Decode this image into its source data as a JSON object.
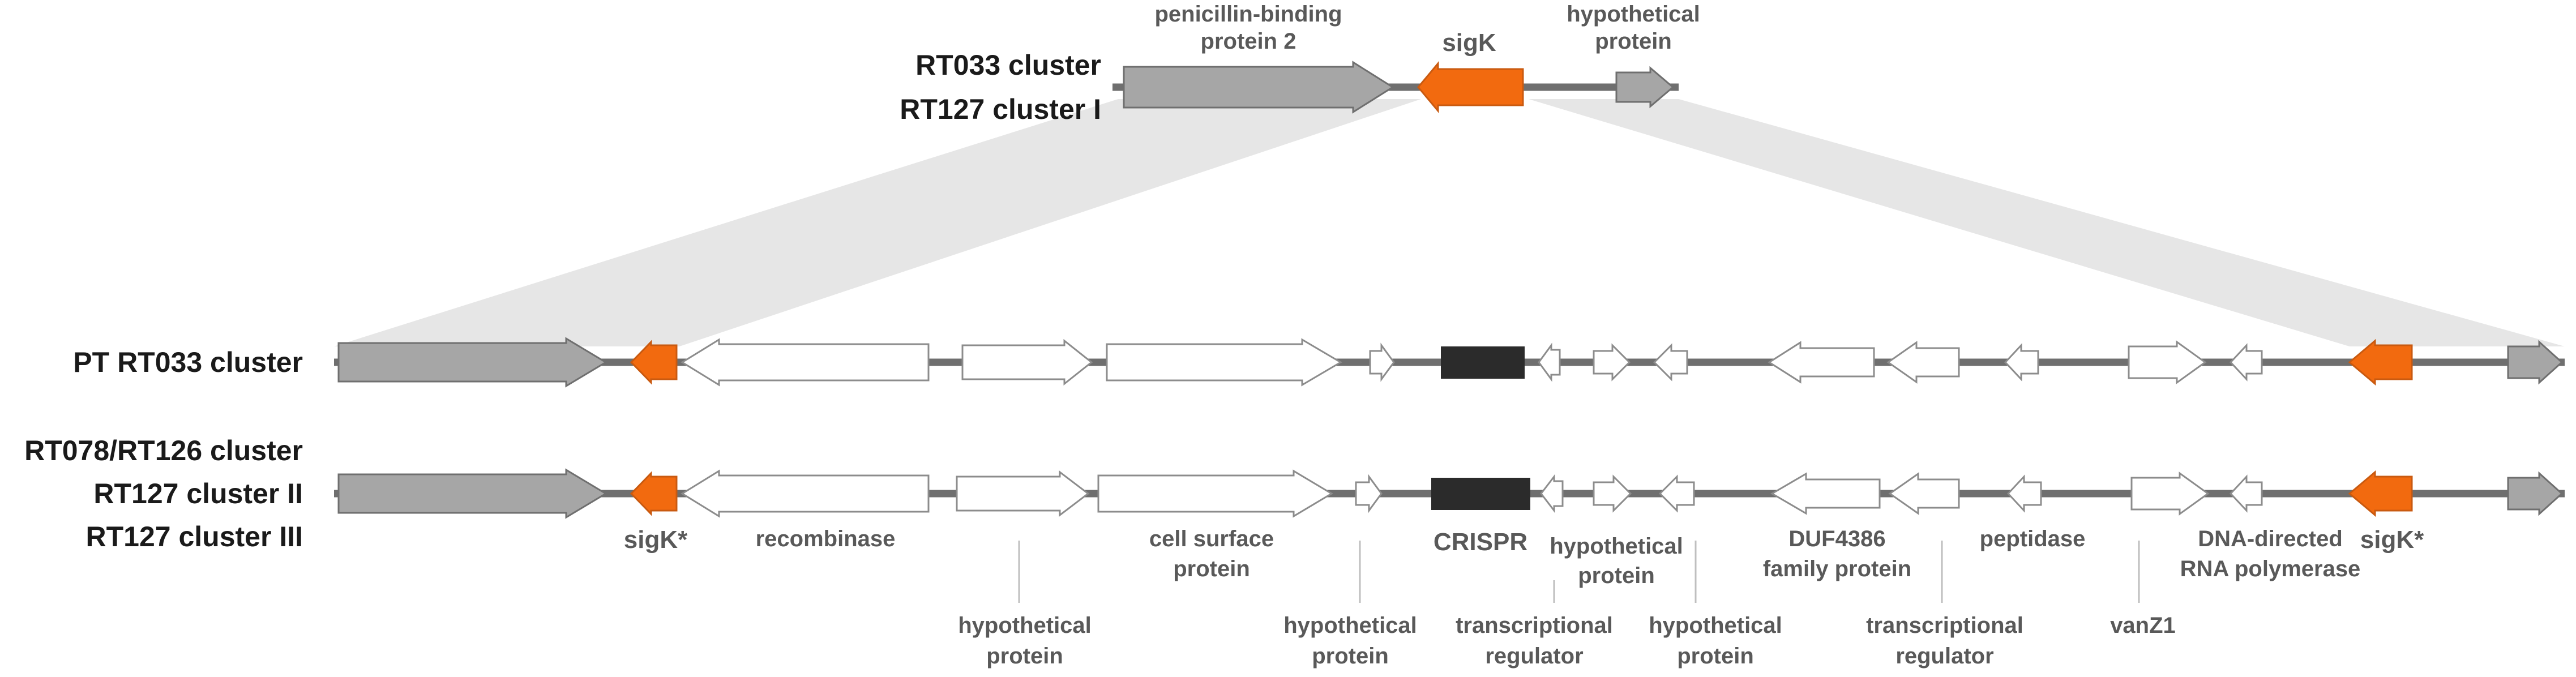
{
  "colors": {
    "gray_gene": "#a6a6a6",
    "orange_gene": "#f26a0f",
    "white_gene": "#ffffff",
    "crispr": "#2b2b2b",
    "backbone": "#6f6f6f",
    "shade": "#e6e6e6"
  },
  "rows": {
    "top_line1": "RT033 cluster",
    "top_line2": "RT127 cluster I",
    "middle": "PT RT033 cluster",
    "bottom_line1": "RT078/RT126 cluster",
    "bottom_line2": "RT127 cluster II",
    "bottom_line3": "RT127 cluster III"
  },
  "top_labels": {
    "pbp_line1": "penicillin-binding",
    "pbp_line2": "protein 2",
    "sigk": "sigK",
    "hyp_line1": "hypothetical",
    "hyp_line2": "protein"
  },
  "gene_labels": {
    "sigk_left": "sigK*",
    "recombinase": "recombinase",
    "hyp1_line1": "hypothetical",
    "hyp1_line2": "protein",
    "cell_surface_line1": "cell surface",
    "cell_surface_line2": "protein",
    "hyp2_line1": "hypothetical",
    "hyp2_line2": "protein",
    "crispr": "CRISPR",
    "hyp3_line1": "hypothetical",
    "hyp3_line2": "protein",
    "treg1_line1": "transcriptional",
    "treg1_line2": "regulator",
    "hyp4_line1": "hypothetical",
    "hyp4_line2": "protein",
    "duf_line1": "DUF4386",
    "duf_line2": "family protein",
    "treg2_line1": "transcriptional",
    "treg2_line2": "regulator",
    "peptidase": "peptidase",
    "vanz1": "vanZ1",
    "rnap_line1": "DNA-directed",
    "rnap_line2": "RNA polymerase",
    "sigk_right": "sigK*"
  }
}
